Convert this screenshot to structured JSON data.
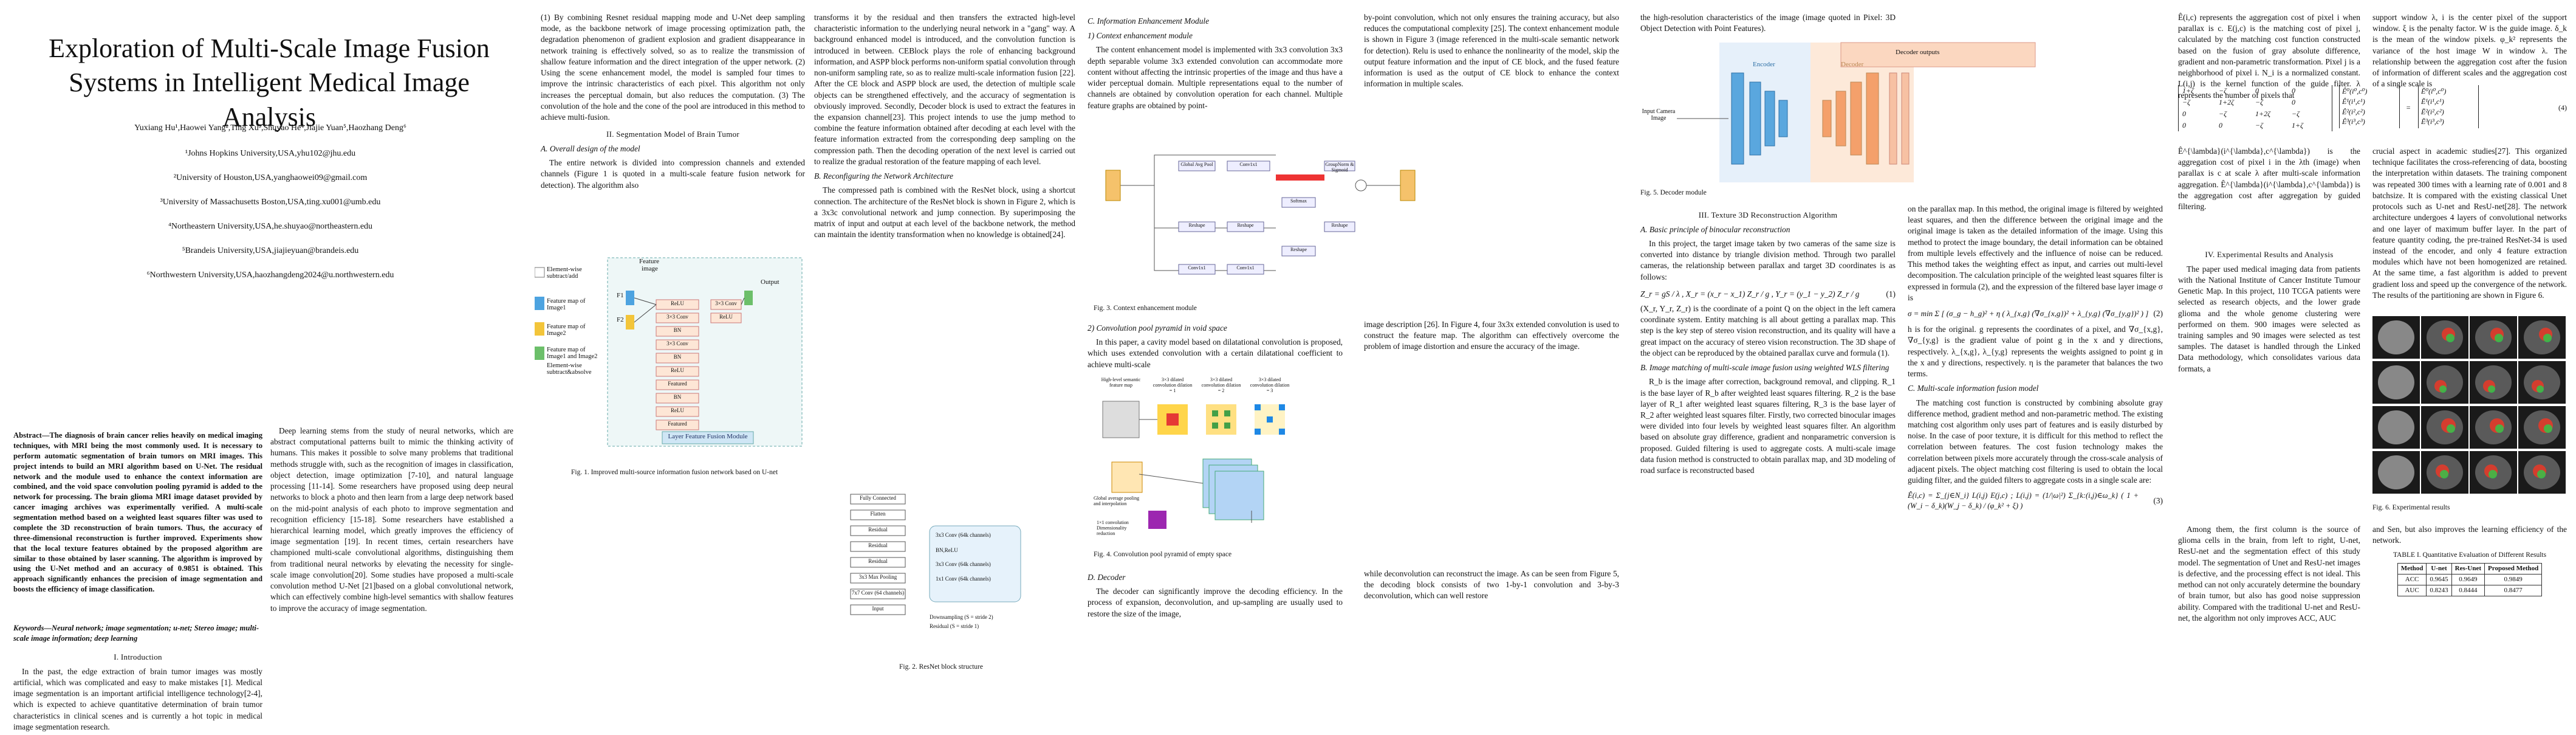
{
  "title": "Exploration of Multi-Scale Image Fusion Systems in Intelligent Medical Image Analysis",
  "authors": "Yuxiang Hu¹,Haowei Yang²,Ting Xu³,Shuyao He⁴,Jiajie Yuan⁵,Haozhang Deng⁶",
  "affiliations": [
    "¹Johns Hopkins University,USA,yhu102@jhu.edu",
    "²University of Houston,USA,yanghaowei09@gmail.com",
    "³University of Massachusetts Boston,USA,ting.xu001@umb.edu",
    "⁴Northeastern University,USA,he.shuyao@northeastern.edu",
    "⁵Brandeis University,USA,jiajieyuan@brandeis.edu",
    "⁶Northwestern University,USA,haozhangdeng2024@u.northwestern.edu"
  ],
  "abstract": "Abstract—The diagnosis of brain cancer relies heavily on medical imaging techniques, with MRI being the most commonly used. It is necessary to perform automatic segmentation of brain tumors on MRI images. This project intends to build an MRI algorithm based on U-Net. The residual network and the module used to enhance the context information are combined, and the void space convolution pooling pyramid is added to the network for processing. The brain glioma MRI image dataset provided by cancer imaging archives was experimentally verified. A multi-scale segmentation method based on a weighted least squares filter was used to complete the 3D reconstruction of brain tumors. Thus, the accuracy of three-dimensional reconstruction is further improved. Experiments show that the local texture features obtained by the proposed algorithm are similar to those obtained by laser scanning. The algorithm is improved by using the U-Net method and an accuracy of 0.9851 is obtained. This approach significantly enhances the precision of image segmentation and boosts the efficiency of image classification.",
  "keywords": "Keywords—Neural network; image segmentation; u-net; Stereo image; multi-scale image information; deep learning",
  "intro_heading": "I.   Introduction",
  "intro_text": "In the past, the edge extraction of brain tumor images was mostly artificial, which was complicated and easy to make mistakes [1]. Medical image segmentation is an important artificial intelligence technology[2-4], which is expected to achieve quantitative determination of brain tumor characteristics in clinical scenes and is currently a hot topic in medical image segmentation research.",
  "col2_p1": "Deep learning stems from the study of neural networks, which are abstract computational patterns built to mimic the thinking activity of humans. This makes it possible to solve many problems that traditional methods struggle with, such as the recognition of images in classification, object detection, image optimization [7-10], and natural language processing [11-14]. Some researchers have proposed using deep neural networks to block a photo and then learn from a large deep network based on the mid-point analysis of each photo to improve segmentation and recognition efficiency [15-18]. Some researchers have established a hierarchical learning model, which greatly improves the efficiency of image segmentation [19]. In recent times, certain researchers have championed multi-scale convolutional algorithms, distinguishing them from traditional neural networks by elevating the necessity for single-scale image convolution[20]. Some studies have proposed a multi-scale convolution method U-Net [21]based on a global convolutional network, which can effectively combine high-level semantics with shallow features to improve the accuracy of image segmentation.",
  "col3_p1": "(1) By combining Resnet residual mapping mode and U-Net deep sampling mode, as the backbone network of image processing optimization path, the degradation phenomenon of gradient explosion and gradient disappearance in network training is effectively solved, so as to realize the transmission of shallow feature information and the direct integration of the upper network. (2) Using the scene enhancement model, the model is sampled four times to improve the intrinsic characteristics of each pixel. This algorithm not only increases the perceptual domain, but also reduces the computation. (3) The convolution of the hole and the cone of the pool are introduced in this method to achieve multi-fusion.",
  "col3_sec2": "II.   Segmentation Model of Brain Tumor",
  "col3_subA": "A.  Overall design of the model",
  "col3_p2": "The entire network is divided into compression channels and extended channels (Figure 1 is quoted in a multi-scale feature fusion network for detection). The algorithm also",
  "fig1_caption": "Fig. 1.  Improved multi-source information fusion network based on U-net",
  "fig1_module": "Layer Feature Fusion Module",
  "fig1_legend": [
    "Element-wise subtract/add",
    "Feature map of Image1",
    "Feature map of Image2",
    "Feature map of Image1 and Image2",
    "Element-wise subtract&absolve"
  ],
  "fig1_blocks": [
    "ReLU",
    "3×3 Conv",
    "BN",
    "3×3 Conv",
    "BN",
    "ReLU",
    "Featured",
    "BN",
    "ReLU",
    "Featured",
    "3×3 Conv",
    "ReLU"
  ],
  "fig1_labels": {
    "feature": "Feature",
    "image": "image",
    "output": "Output",
    "f1": "F1",
    "f2": "F2"
  },
  "col4_p1": "transforms it by the residual and then transfers the extracted high-level characteristic information to the underlying neural network in a \"gang\" way. A background enhanced model is introduced, and the convolution function is introduced in between. CEBlock plays the role of enhancing background information, and ASPP block performs non-uniform spatial convolution through non-uniform sampling rate, so as to realize multi-scale information fusion [22]. After the CE block and ASPP block are used, the detection of multiple scale objects can be strengthened effectively, and the accuracy of segmentation is obviously improved. Secondly, Decoder block is used to extract the features in the expansion channel[23]. This project intends to use the jump method to combine the feature information obtained after decoding at each level with the feature information extracted from the corresponding deep sampling on the compression path. Then the decoding operation of the next level is carried out to realize the gradual restoration of the feature mapping of each level.",
  "col4_subB": "B.  Reconfiguring the Network Architecture",
  "col4_p2": "The compressed path is combined with the ResNet block, using a shortcut connection. The architecture of the ResNet block is shown in Figure 2, which is a 3x3c convolutional network and jump connection. By superimposing the matrix of input and output at each level of the backbone network, the method can maintain the identity transformation when no knowledge is obtained[24].",
  "fig2_caption": "Fig. 2.  ResNet block structure",
  "fig2_blocks": [
    "Fully Connected",
    "Flatten",
    "Residual",
    "Residual",
    "Residual",
    "3x3 Max Pooling",
    "7x7 Conv (64 channels)",
    "Input"
  ],
  "fig2_side": [
    "3x3 Conv (64k channels)",
    "BN,ReLU",
    "3x3 Conv (64k channels)",
    "1x1 Conv (64k channels)"
  ],
  "fig2_notes": [
    "Downsampling (S = stride 2)",
    "Residual (S = stride 1)"
  ],
  "col5_secC": "C.  Information Enhancement Module",
  "col5_sub1": "1)  Context enhancement module",
  "col5_p1": "The content enhancement model is implemented with 3x3 convolution 3x3 depth separable volume 3x3 extended convolution can accommodate more content without affecting the intrinsic properties of the image and thus have a wider perceptual domain. Multiple representations equal to the number of channels are obtained by convolution operation for each channel. Multiple feature graphs are obtained by point-",
  "fig3_caption": "Fig. 3.  Context enhancement module",
  "fig3_labels": [
    "Global Avg Pool",
    "Conv1x1",
    "GroupNorm & Sigmoid",
    "Reshape",
    "Reshape",
    "Softmax",
    "Conv1x1",
    "Conv1x1",
    "Reshape",
    "Reshape"
  ],
  "col5_sub2": "2)  Convolution pool pyramid in void space",
  "col5_p2": "In this paper, a cavity model based on dilatational convolution is proposed, which uses extended convolution with a certain dilatational coefficient to achieve multi-scale",
  "fig4_caption": "Fig. 4.  Convolution pool pyramid of empty space",
  "fig4_titles": [
    "High-level semantic feature map",
    "3×3 dilated convolution dilation = 1",
    "3×3 dilated convolution dilation = 2",
    "3×3 dilated convolution dilation = 3",
    "Global average pooling and interpolation",
    "1×1 convolution Dimensionality reduction"
  ],
  "col5_subD": "D.  Decoder",
  "col5_p3": "The decoder can significantly improve the decoding efficiency. In the process of expansion, deconvolution, and up-sampling are usually used to restore the size of the image,",
  "col6_p1": "by-point convolution, which not only ensures the training accuracy, but also reduces the computational complexity [25]. The context enhancement module is shown in Figure 3 (image referenced in the multi-scale semantic network for detection). Relu is used to enhance the nonlinearity of the model, skip the output feature information and the input of CE block, and the fused feature information is used as the output of CE block to enhance the context information in multiple scales.",
  "col6_p2": "image description [26]. In Figure 4, four 3x3x extended convolution is used to construct the feature map. The algorithm can effectively overcome the problem of image distortion and ensure the accuracy of the image.",
  "col6_p3": "while deconvolution can reconstruct the image. As can be seen from Figure 5, the decoding block consists of two 1-by-1 convolution and 3-by-3 deconvolution, which can well restore",
  "col7_p1": "the high-resolution characteristics of the image (image quoted in Pixel: 3D Object Detection with Point Features).",
  "fig5_caption": "Fig. 5.  Decoder module",
  "fig5_labels": {
    "input": "Input Camera Image",
    "encoder": "Encoder",
    "decoder": "Decoder",
    "outputs": "Decoder outputs"
  },
  "col7_sec3": "III.   Texture 3D Reconstruction Algorithm",
  "col7_subA": "A.  Basic principle of binocular reconstruction",
  "col7_p2": "In this project, the target image taken by two cameras of the same size is converted into distance by triangle division method. Through two parallel cameras, the relationship between parallax and target 3D coordinates is as follows:",
  "eq1": "Z_r = gS / λ ,  X_r = (x_r − x_1) Z_r / g ,  Y_r = (y_1 − y_2) Z_r / g",
  "eq1_num": "(1)",
  "col7_p3": "(X_r, Y_r, Z_r) is the coordinate of a point Q on the object in the left camera coordinate system. Entity matching is all about getting a parallax map. This step is the key step of stereo vision reconstruction, and its quality will have a great impact on the accuracy of stereo vision reconstruction. The 3D shape of the object can be reproduced by the obtained parallax curve and formula (1).",
  "col7_subB": "B.  Image matching of multi-scale image fusion using weighted WLS filtering",
  "col7_p4": "R_b is the image after correction, background removal, and clipping. R_1 is the base layer of R_b after weighted least squares filtering. R_2 is the base layer of R_1 after weighted least squares filtering, R_3 is the base layer of R_2 after weighted least squares filter. Firstly, two corrected binocular images were divided into four levels by weighted least squares filter. An algorithm based on absolute gray difference, gradient and nonparametric conversion is proposed. Guided filtering is used to aggregate costs. A multi-scale image data fusion method is constructed to obtain parallax map, and 3D modeling of road surface is reconstructed based",
  "col8_p1": "on the parallax map. In this method, the original image is filtered by weighted least squares, and then the difference between the original image and the original image is taken as the detailed information of the image. Using this method to protect the image boundary, the detail information can be obtained from multiple levels effectively and the influence of noise can be reduced. This method takes the weighting effect as input, and carries out multi-level decomposition. The calculation principle of the weighted least squares filter is expressed in formula (2), and the expression of the filtered base layer image σ is",
  "eq2": "σ = min Σ [ (σ_g − h_g)² + η ( λ_{x,g} (∇σ_{x,g})² + λ_{y,g} (∇σ_{y,g})² ) ]",
  "eq2_num": "(2)",
  "col8_p2": "h is for the original. g represents the coordinates of a pixel, and ∇σ_{x,g}, ∇σ_{y,g} is the gradient value of point g in the x and y directions, respectively. λ_{x,g}, λ_{y,g} represents the weights assigned to point g in the x and y directions, respectively. η is the parameter that balances the two terms.",
  "col8_subC": "C.  Multi-scale information fusion model",
  "col8_p3": "The matching cost function is constructed by combining absolute gray difference method, gradient method and non-parametric method. The existing matching cost algorithm only uses part of features and is easily disturbed by noise. In the case of poor texture, it is difficult for this method to reflect the correlation between features. The cost fusion technology makes the correlation between pixels more accurately through the cross-scale analysis of adjacent pixels. The object matching cost filtering is used to obtain the local guiding filter, and the guided filters to aggregate costs in a single scale are:",
  "eq3": "Ê(i,c) = Σ_{j∈N_i} L(i,j) E(j,c) ;  L(i,j) = (1/|ω|²) Σ_{k:(i,j)∈ω_k} ( 1 + (W_i − δ_k)(W_j − δ_k) / (φ_k² + ξ) )",
  "eq3_num": "(3)",
  "col9_p1": "Ê(i,c) represents the aggregation cost of pixel i when parallax is c. E(j,c) is the matching cost of pixel j, calculated by the matching cost function constructed based on the fusion of gray absolute difference, gradient and non-parametric transformation. Pixel j is a neighborhood of pixel i. N_i is a normalized constant. L(i,j) is the kernel function of the guide filter. λ represents the number of pixels that",
  "col9_p2": "Ê^{\\lambda}(i^{\\lambda},c^{\\lambda}) is the aggregation cost of pixel i in the λth (image) when parallax is c at scale λ after multi-scale information aggregation. Ê^{\\lambda}(i^{\\lambda},c^{\\lambda}) is the aggregation cost after aggregation by guided filtering.",
  "eq4_num": "(4)",
  "col9_matrix_left": [
    [
      "1+ζ",
      "−ζ",
      "0",
      "0"
    ],
    [
      "−ζ",
      "1+2ζ",
      "−ζ",
      "0"
    ],
    [
      "0",
      "−ζ",
      "1+2ζ",
      "−ζ"
    ],
    [
      "0",
      "0",
      "−ζ",
      "1+ζ"
    ]
  ],
  "col9_matrix_mid": [
    "Ê⁰(i⁰,c⁰)",
    "Ê¹(i¹,c¹)",
    "Ê²(i²,c²)",
    "Ê³(i³,c³)"
  ],
  "col9_matrix_right": [
    "Ĕ⁰(i⁰,c⁰)",
    "Ĕ¹(i¹,c¹)",
    "Ĕ²(i²,c²)",
    "Ĕ³(i³,c³)"
  ],
  "col10_p1": "support window λ, i is the center pixel of the support window. ξ is the penalty factor. W is the guide image. δ_k is the mean of the window pixels. φ_k² represents the variance of the host image W in window λ. The relationship between the aggregation cost after the fusion of information of different scales and the aggregation cost of a single scale is",
  "col10_p2": "crucial aspect in academic studies[27]. This organized technique facilitates the cross-referencing of data, boosting the interpretation within datasets. The training component was repeated 300 times with a learning rate of 0.001 and 8 batchsize. It is compared with the existing classical Unet protocols such as U-net and ResU-net[28]. The network architecture undergoes 4 layers of convolutional networks and one layer of maximum buffer layer. In the part of feature quantity coding, the pre-trained ResNet-34 is used instead of the encoder, and only 4 feature extraction modules which have not been homogenized are retained. At the same time, a fast algorithm is added to prevent gradient loss and speed up the convergence of the network. The results of the partitioning are shown in Figure 6.",
  "col10_sec4": "IV.   Experimental Results and Analysis",
  "col10_p3": "The paper used medical imaging data from patients with the National Institute of Cancer Institute Tumour Genetic Map. In this project, 110 TCGA patients were selected as research objects, and the lower grade glioma and the whole genome clustering were performed on them. 900 images were selected as training samples and 90 images were selected as test samples. The dataset is handled through the Linked Data methodology, which consolidates various data formats, a",
  "fig6_caption": "Fig. 6.  Experimental results",
  "col10_p4": "Among them, the first column is the source of glioma cells in the brain, from left to right, U-net, ResU-net and the segmentation effect of this study model. The segmentation of Unet and ResU-net images is defective, and the processing effect is not ideal. This method can not only accurately determine the boundary of brain tumor, but also has good noise suppression ability. Compared with the traditional U-net and ResU-net, the algorithm not only improves ACC, AUC",
  "col10_p5": "and Sen, but also improves the learning efficiency of the network.",
  "table1_title": "TABLE I.   Quantitative Evaluation of Different Results",
  "table1_headers": [
    "Method",
    "U-net",
    "Res-Unet",
    "Proposed Method"
  ],
  "table1_rows": [
    [
      "ACC",
      "0.9645",
      "0.9649",
      "0.9849"
    ],
    [
      "AUC",
      "0.8243",
      "0.8444",
      "0.8477"
    ]
  ]
}
